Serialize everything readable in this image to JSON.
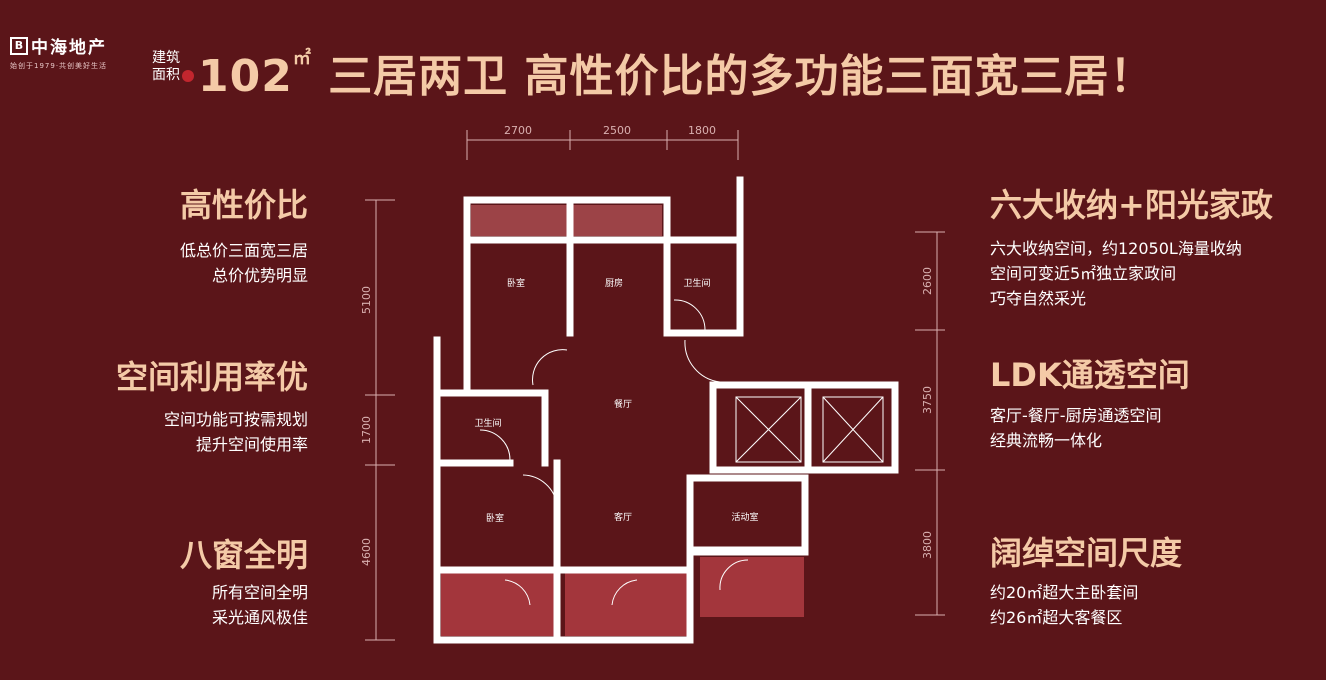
{
  "brand": {
    "name": "中海地产",
    "tagline": "始创于1979·共创美好生活",
    "mark": "B"
  },
  "header": {
    "area_label": "建筑面积",
    "area_value": "102",
    "area_unit": "㎡",
    "title": "三居两卫 高性价比的多功能三面宽三居！"
  },
  "left_features": [
    {
      "title": "高性价比",
      "lines": [
        "低总价三面宽三居",
        "总价优势明显"
      ]
    },
    {
      "title": "空间利用率优",
      "lines": [
        "空间功能可按需规划",
        "提升空间使用率"
      ]
    },
    {
      "title": "八窗全明",
      "lines": [
        "所有空间全明",
        "采光通风极佳"
      ]
    }
  ],
  "right_features": [
    {
      "title": "六大收纳+阳光家政",
      "lines": [
        "六大收纳空间，约12050L海量收纳",
        "空间可变近5㎡独立家政间",
        "巧夺自然采光"
      ]
    },
    {
      "title": "LDK通透空间",
      "lines": [
        "客厅-餐厅-厨房通透空间",
        "经典流畅一体化"
      ]
    },
    {
      "title": "阔绰空间尺度",
      "lines": [
        "约20㎡超大主卧套间",
        "约26㎡超大客餐区"
      ]
    }
  ],
  "floorplan": {
    "dims_top": [
      "2700",
      "2500",
      "1800"
    ],
    "dims_left": [
      "5100",
      "1700",
      "4600"
    ],
    "dims_right": [
      "2600",
      "3750",
      "3800"
    ],
    "rooms": {
      "bedroom1": "卧室",
      "kitchen": "厨房",
      "bath1": "卫生间",
      "dining": "餐厅",
      "bath2": "卫生间",
      "bedroom2": "卧室",
      "living": "客厅",
      "activity": "活动室"
    }
  },
  "colors": {
    "background": "#5b1519",
    "accent": "#f4caa7",
    "balcony": "#a3363c",
    "balcony_light": "#9c4347"
  }
}
